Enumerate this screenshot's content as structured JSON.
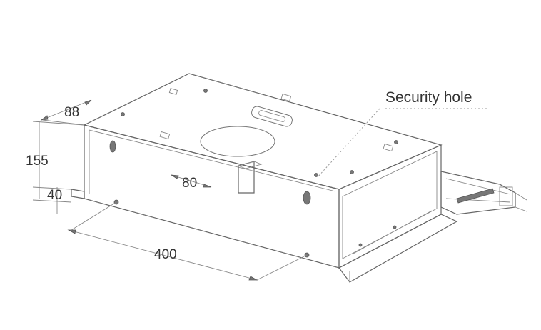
{
  "callouts": {
    "security_hole": "Security hole"
  },
  "dimensions": {
    "width_depth": "88",
    "total_height": "155",
    "front_lip_height": "40",
    "center_hole_offset": "80",
    "bolt_spacing": "400"
  },
  "colors": {
    "line": "#666666",
    "text": "#333333",
    "background": "#ffffff"
  }
}
